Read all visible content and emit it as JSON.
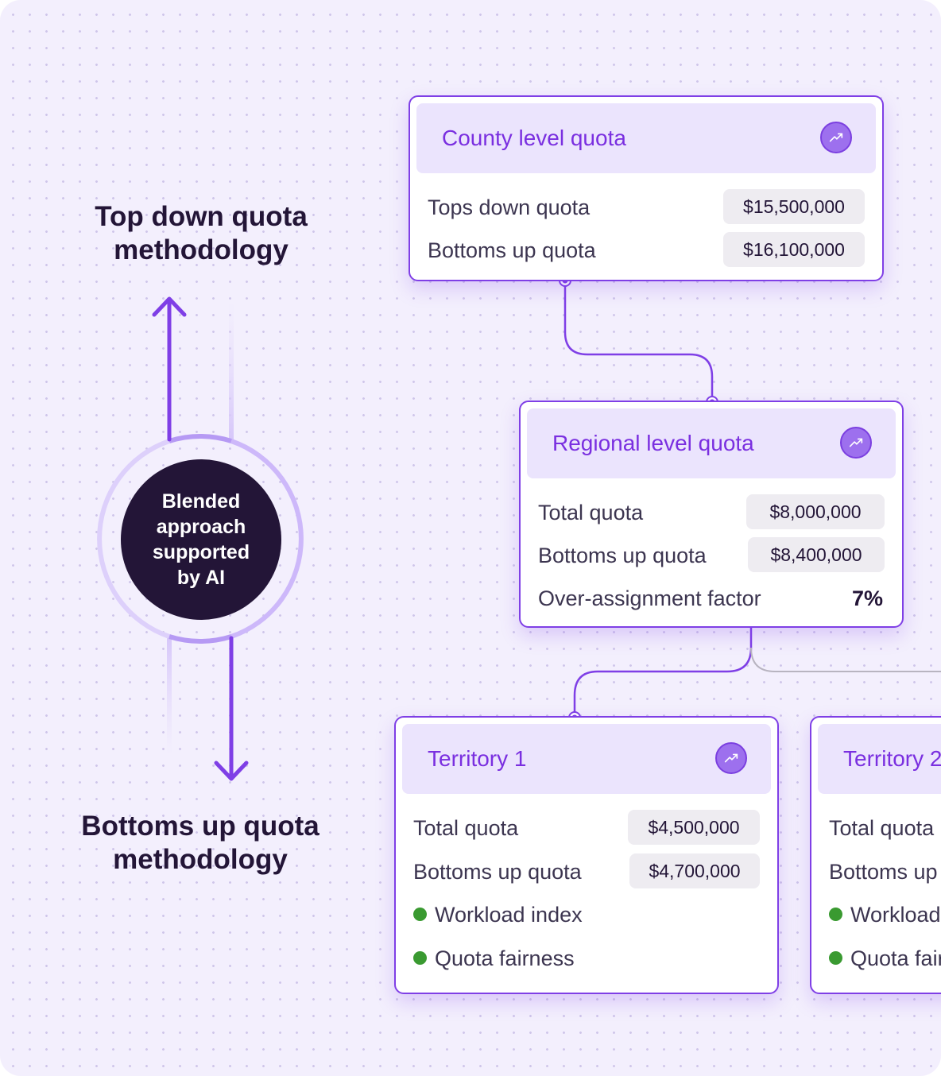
{
  "left_panel": {
    "top_heading_line1": "Top down quota",
    "top_heading_line2": "methodology",
    "hub_label": "Blended approach supported by AI",
    "bottom_heading_line1": "Bottoms up quota",
    "bottom_heading_line2": "methodology"
  },
  "county": {
    "title": "County level quota",
    "icon": "trending-up-icon",
    "rows": [
      {
        "label": "Tops down quota",
        "value": "$15,500,000"
      },
      {
        "label": "Bottoms up quota",
        "value": "$16,100,000"
      }
    ]
  },
  "regional": {
    "title": "Regional level quota",
    "icon": "trending-up-icon",
    "rows": [
      {
        "label": "Total quota",
        "value": "$8,000,000"
      },
      {
        "label": "Bottoms up quota",
        "value": "$8,400,000"
      }
    ],
    "factor_label": "Over-assignment factor",
    "factor_value": "7%"
  },
  "territory1": {
    "title": "Territory 1",
    "icon": "trending-up-icon",
    "rows": [
      {
        "label": "Total quota",
        "value": "$4,500,000"
      },
      {
        "label": "Bottoms up quota",
        "value": "$4,700,000"
      }
    ],
    "indicators": [
      "Workload index",
      "Quota fairness"
    ]
  },
  "territory2": {
    "title": "Territory 2",
    "rows": [
      {
        "label": "Total quota"
      },
      {
        "label": "Bottoms up quota"
      }
    ],
    "indicators": [
      "Workload index",
      "Quota fairness"
    ]
  },
  "colors": {
    "accent": "#7f3fe6",
    "card_header": "#ebe4fd",
    "hub": "#231537",
    "status_good": "#3a9a31",
    "background": "#f3effd"
  }
}
